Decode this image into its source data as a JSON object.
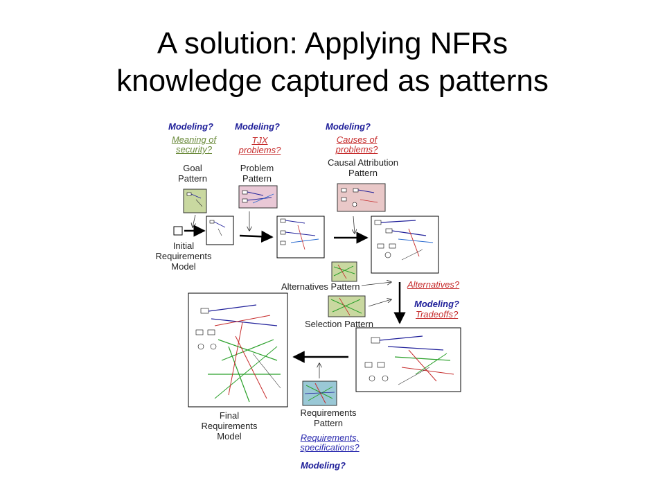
{
  "title": {
    "line1": "A solution: Applying NFRs",
    "line2": "knowledge captured as patterns"
  },
  "annotations": {
    "modeling_goal": "Modeling?",
    "meaning_of_security": [
      "Meaning of",
      "security?"
    ],
    "modeling_problem": "Modeling?",
    "tjx_problems": [
      "TJX",
      "problems?"
    ],
    "modeling_causal": "Modeling?",
    "causes_of_problems": [
      "Causes of",
      "problems?"
    ],
    "alternatives": "Alternatives?",
    "modeling_tradeoffs": "Modeling?",
    "tradeoffs": "Tradeoffs?",
    "requirements_specifications": [
      "Requirements,",
      "specifications?"
    ],
    "modeling_requirements": "Modeling?"
  },
  "patterns": {
    "goal": [
      "Goal",
      "Pattern"
    ],
    "problem": [
      "Problem",
      "Pattern"
    ],
    "causal": [
      "Causal Attribution",
      "Pattern"
    ],
    "alternatives": "Alternatives Pattern",
    "selection": "Selection Pattern",
    "requirements": [
      "Requirements",
      "Pattern"
    ]
  },
  "models": {
    "initial": [
      "Initial",
      "Requirements",
      "Model"
    ],
    "final": [
      "Final",
      "Requirements",
      "Model"
    ]
  },
  "colors": {
    "goal_pattern_fill": "#c9d8a0",
    "problem_pattern_fill": "#e9c8d6",
    "causal_pattern_fill": "#e9c8c8",
    "alternatives_pattern_fill": "#c9d8a0",
    "selection_pattern_fill": "#c9d8a0",
    "requirements_pattern_fill": "#9ac8d6",
    "modeling_blue": "#20209a",
    "question_green": "#6a8a3a",
    "question_red": "#c62b2b",
    "question_navy": "#2b2bb0"
  }
}
